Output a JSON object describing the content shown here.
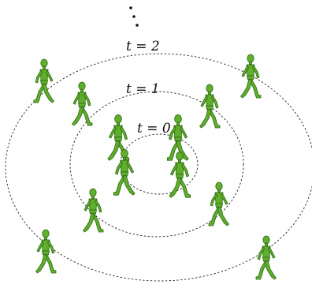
{
  "diagram": {
    "labels": {
      "t0": "t = 0",
      "t1": "t = 1",
      "t2": "t = 2"
    },
    "continuation": "vertical-ellipsis-dots",
    "ring_style": "dashed",
    "figure_color": "#5fae2c",
    "figure_outline": "#2f6a14",
    "figures": [
      {
        "ring": "t0",
        "pose": "walking-right"
      },
      {
        "ring": "t0",
        "pose": "walking-left"
      },
      {
        "ring": "t0",
        "pose": "walking-left"
      },
      {
        "ring": "t0",
        "pose": "walking-right"
      },
      {
        "ring": "t1",
        "pose": "walking-right"
      },
      {
        "ring": "t1",
        "pose": "walking-right"
      },
      {
        "ring": "t1",
        "pose": "walking-right"
      },
      {
        "ring": "t1",
        "pose": "walking-left"
      },
      {
        "ring": "t2",
        "pose": "walking-left"
      },
      {
        "ring": "t2",
        "pose": "walking-right"
      },
      {
        "ring": "t2",
        "pose": "walking-right"
      },
      {
        "ring": "t2",
        "pose": "walking-left"
      }
    ]
  }
}
